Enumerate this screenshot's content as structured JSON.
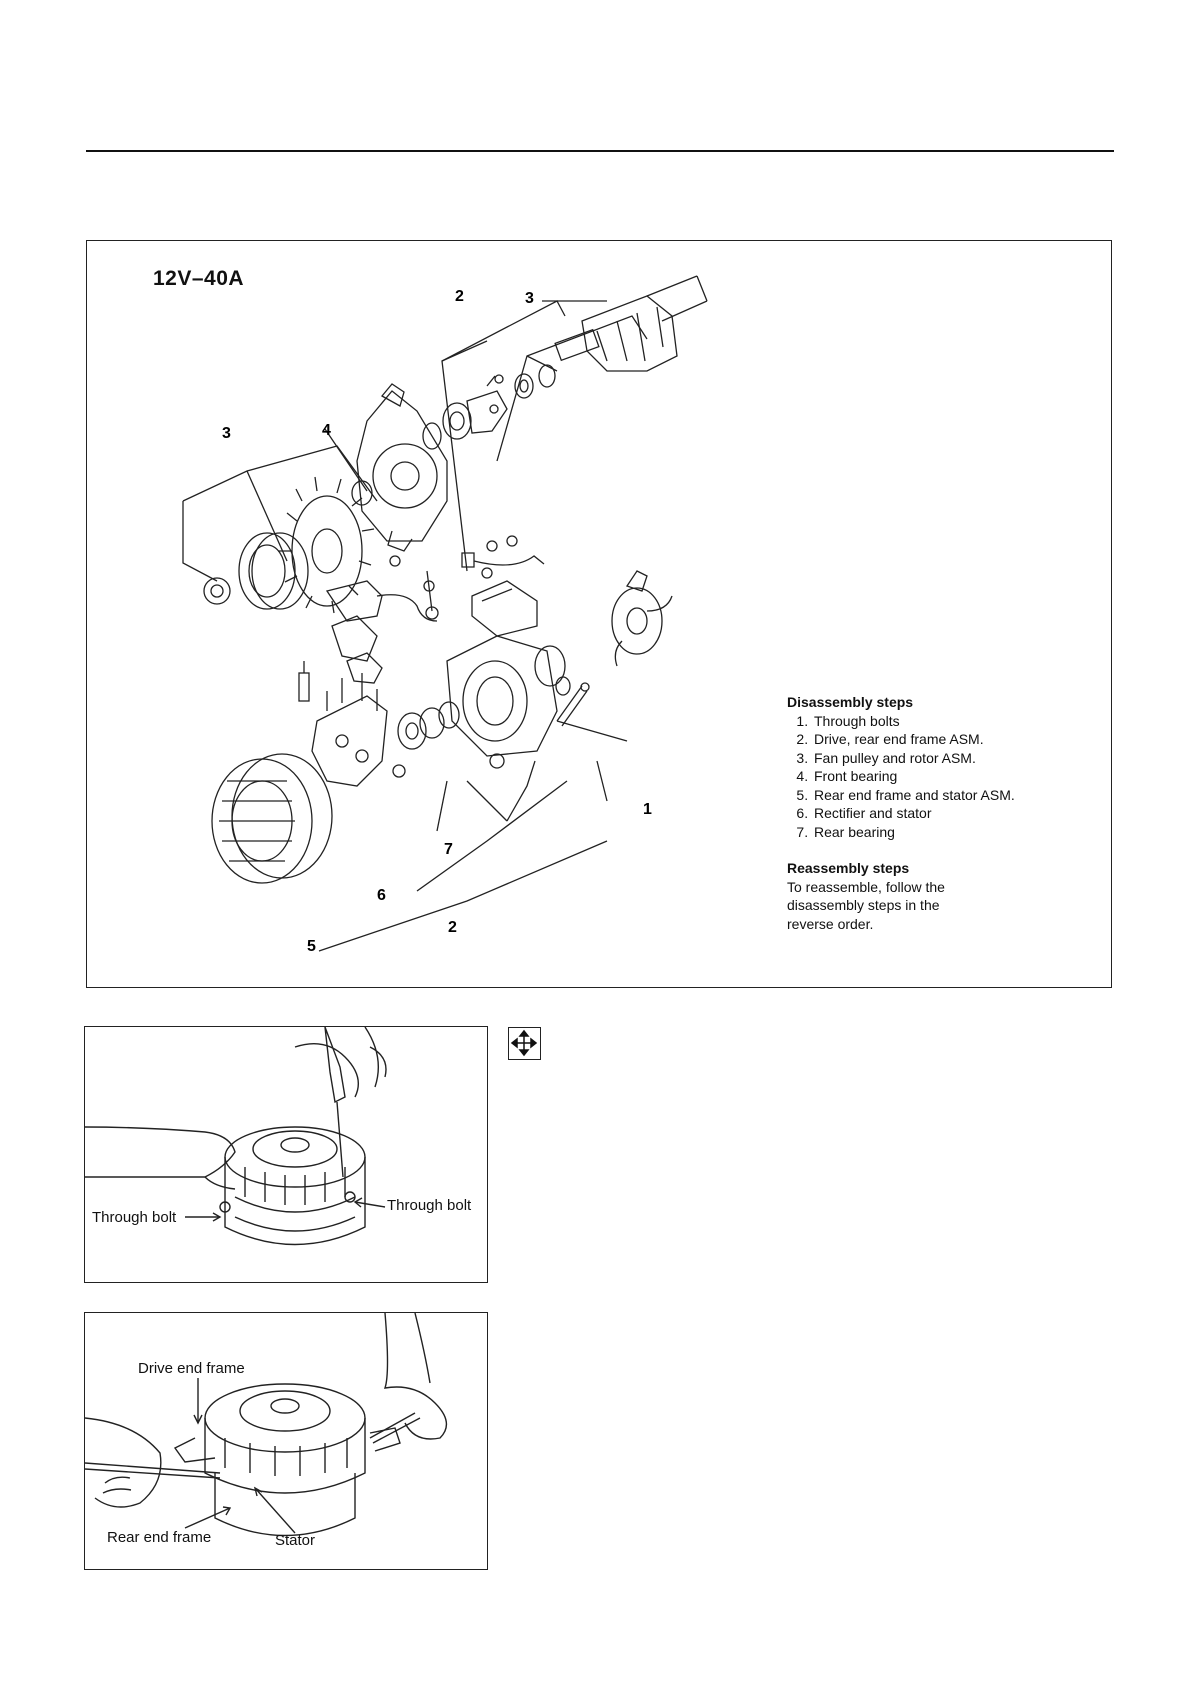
{
  "diagram": {
    "title": "12V–40A",
    "callouts": {
      "c1": "1",
      "c2_top": "2",
      "c2_bottom": "2",
      "c3_top": "3",
      "c3_left": "3",
      "c4": "4",
      "c5": "5",
      "c6": "6",
      "c7": "7"
    }
  },
  "disassembly": {
    "heading": "Disassembly steps",
    "steps": [
      "Through bolts",
      "Drive, rear end frame ASM.",
      "Fan pulley and rotor ASM.",
      "Front bearing",
      "Rear end frame and stator ASM.",
      "Rectifier and stator",
      "Rear bearing"
    ]
  },
  "reassembly": {
    "heading": "Reassembly steps",
    "text": "To reassemble, follow the disassembly steps in the reverse order."
  },
  "photo1": {
    "label_left": "Through bolt",
    "label_right": "Through bolt"
  },
  "photo2": {
    "label_drive": "Drive end frame",
    "label_rear": "Rear end frame",
    "label_stator": "Stator"
  },
  "icons": {
    "tool_icon": "disassemble-arrows-icon"
  }
}
